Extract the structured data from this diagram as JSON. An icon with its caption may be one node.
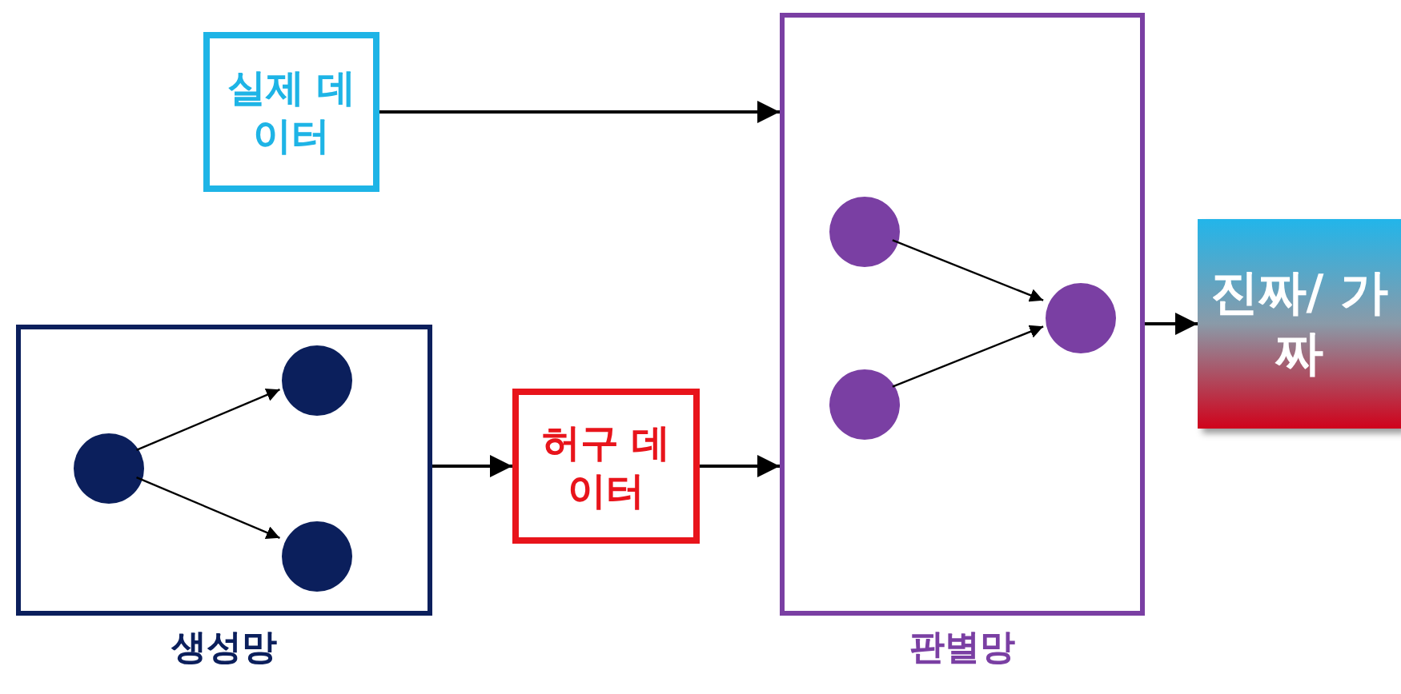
{
  "diagram": {
    "nodes": [
      {
        "text": [
          "실제 데이터"
        ]
      },
      {
        "text": [
          "생성망"
        ]
      },
      {
        "text": [],
        "shape": "circle",
        "in": 1
      },
      {
        "text": [],
        "shape": "circle",
        "in": 1
      },
      {
        "text": [],
        "shape": "circle",
        "in": 1
      },
      {
        "text": [
          "허구 데이터"
        ]
      },
      {
        "text": [
          "판별망"
        ]
      },
      {
        "text": [],
        "shape": "circle",
        "in": 6
      },
      {
        "text": [],
        "shape": "circle",
        "in": 6
      },
      {
        "text": [],
        "shape": "circle",
        "in": 6
      },
      {
        "text": [
          "진짜/ 가짜"
        ]
      }
    ],
    "edges": [
      {
        "from": 0,
        "to": 6,
        "arrow": "to"
      },
      {
        "from": 2,
        "to": 3,
        "arrow": "to"
      },
      {
        "from": 2,
        "to": 4,
        "arrow": "to"
      },
      {
        "from": 1,
        "to": 5,
        "arrow": "to"
      },
      {
        "from": 5,
        "to": 6,
        "arrow": "to"
      },
      {
        "from": 7,
        "to": 9,
        "arrow": "to"
      },
      {
        "from": 8,
        "to": 9,
        "arrow": "to"
      },
      {
        "from": 6,
        "to": 10,
        "arrow": "to"
      }
    ]
  }
}
